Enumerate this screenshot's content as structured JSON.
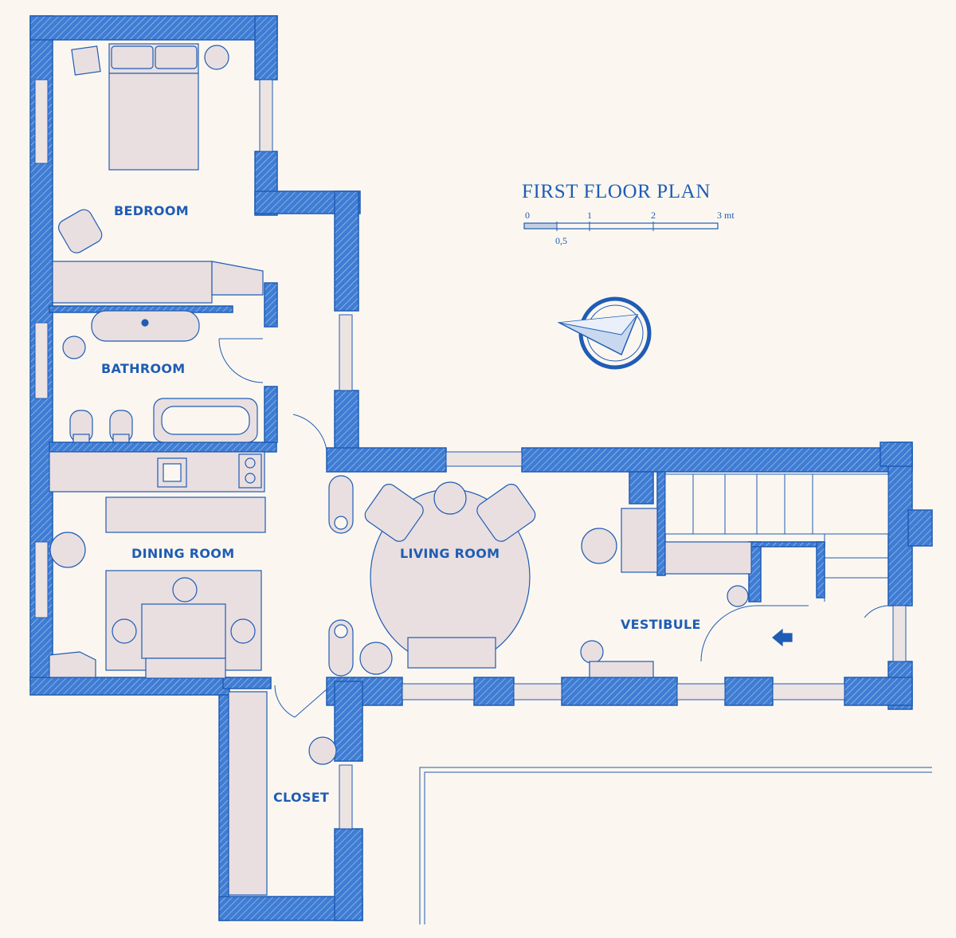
{
  "title": "FIRST FLOOR PLAN",
  "scale": {
    "ticks": [
      "0",
      "1",
      "2",
      "3 mt"
    ],
    "sub_tick": "0,5"
  },
  "rooms": {
    "bedroom": "BEDROOM",
    "bathroom": "BATHROOM",
    "dining_room": "DINING ROOM",
    "living_room": "LIVING ROOM",
    "vestibule": "VESTIBULE",
    "closet": "CLOSET"
  },
  "colors": {
    "ink": "#1f5cb5",
    "wall": "#2f6fc9",
    "furniture": "#e9dfe0",
    "background": "#fbf7f0"
  }
}
